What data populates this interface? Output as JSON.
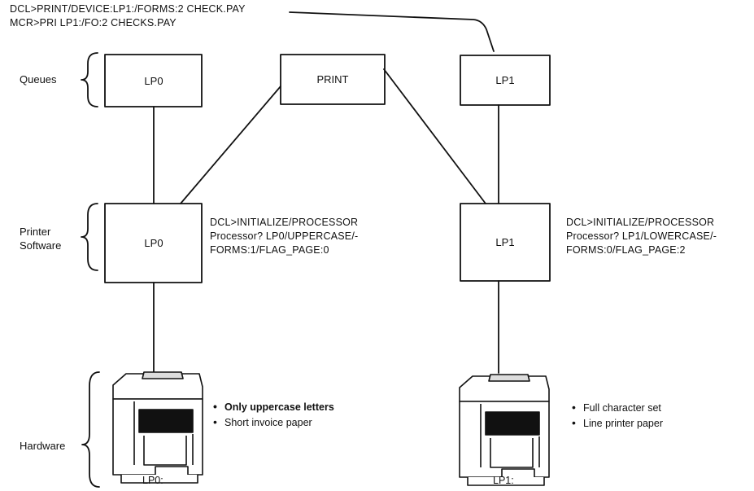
{
  "commands": {
    "dcl_print": "DCL>PRINT/DEVICE:LP1:/FORMS:2 CHECK.PAY",
    "mcr_print": "MCR>PRI LP1:/FO:2 CHECKS.PAY"
  },
  "tiers": {
    "queues": "Queues",
    "software_line1": "Printer",
    "software_line2": "Software",
    "hardware": "Hardware"
  },
  "queues": {
    "lp0": "LP0",
    "print": "PRINT",
    "lp1": "LP1"
  },
  "processors": {
    "lp0": {
      "label": "LP0",
      "cmd_line1": "DCL>INITIALIZE/PROCESSOR",
      "cmd_line2": "Processor? LP0/UPPERCASE/-",
      "cmd_line3": "FORMS:1/FLAG_PAGE:0"
    },
    "lp1": {
      "label": "LP1",
      "cmd_line1": "DCL>INITIALIZE/PROCESSOR",
      "cmd_line2": "Processor? LP1/LOWERCASE/-",
      "cmd_line3": "FORMS:0/FLAG_PAGE:2"
    }
  },
  "hardware": {
    "lp0": {
      "device": "LP0:",
      "features": [
        "Only uppercase letters",
        "Short invoice paper"
      ]
    },
    "lp1": {
      "device": "LP1:",
      "features": [
        "Full character set",
        "Line printer paper"
      ]
    }
  },
  "icons": {
    "printer": "line-printer-icon",
    "brace": "curly-brace-icon"
  }
}
